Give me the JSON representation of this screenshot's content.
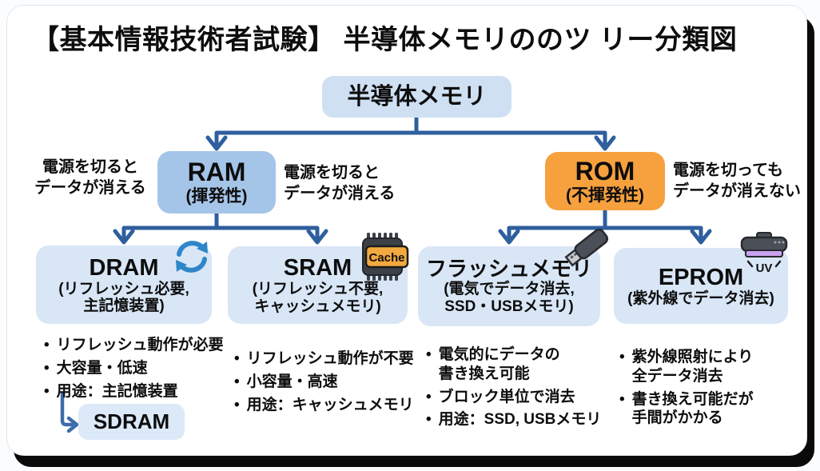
{
  "title": "【基本情報技術者試験】 半導体メモリののツ リー分類図",
  "colors": {
    "root_box": "#cfe0f3",
    "ram_box": "#a5c5e8",
    "rom_box": "#f6a13e",
    "child_box": "#d8e6f6",
    "sdram_box": "#dce9f8",
    "connector": "#2e5f9e",
    "refresh_icon_blue": "#2f86c8",
    "cache_label_orange": "#f2a93e",
    "uv_lens_purple": "#c9a2ee"
  },
  "tree": {
    "root": {
      "label": "半導体メモリ"
    },
    "ram": {
      "label": "RAM",
      "sub": "(揮発性)",
      "note_left": "電源を切ると\nデータが消える",
      "note_right": "電源を切ると\nデータが消える"
    },
    "rom": {
      "label": "ROM",
      "sub": "(不揮発性)",
      "note_right": "電源を切っても\nデータが消えない"
    },
    "dram": {
      "label": "DRAM",
      "sub": "(リフレッシュ必要,\n主記憶装置)",
      "icon": "refresh-icon",
      "bullets": [
        "リフレッシュ動作が必要",
        "大容量・低速",
        "用途：主記憶装置"
      ]
    },
    "sram": {
      "label": "SRAM",
      "sub": "(リフレッシュ不要,\nキャッシュメモリ)",
      "icon": "cache-chip-icon",
      "icon_label": "Cache",
      "bullets": [
        "リフレッシュ動作が不要",
        "小容量・高速",
        "用途：キャッシュメモリ"
      ]
    },
    "flash": {
      "label": "フラッシュメモリ",
      "sub": "(電気でデータ消去,\nSSD・USBメモリ)",
      "icon": "usb-drive-icon",
      "bullets": [
        "電気的にデータの\n書き換え可能",
        "ブロック単位で消去",
        "用途：SSD, USBメモリ"
      ]
    },
    "eprom": {
      "label": "EPROM",
      "sub": "(紫外線でデータ消去)",
      "icon": "uv-lamp-icon",
      "icon_label": "UV",
      "bullets": [
        "紫外線照射により\n全データ消去",
        "書き換え可能だが\n手間がかかる"
      ]
    },
    "sdram": {
      "label": "SDRAM"
    }
  }
}
